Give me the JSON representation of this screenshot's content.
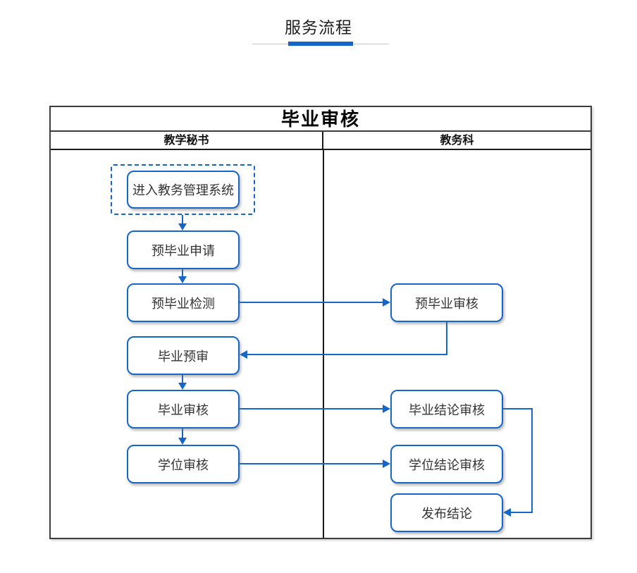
{
  "page": {
    "title": "服务流程"
  },
  "diagram": {
    "title": "毕业审核",
    "columns": [
      "教学秘书",
      "教务科"
    ],
    "nodes": {
      "enter_system": "进入教务管理系统",
      "pre_grad_apply": "预毕业申请",
      "pre_grad_check": "预毕业检测",
      "grad_pre_review": "毕业预审",
      "grad_review": "毕业审核",
      "degree_review": "学位审核",
      "pre_grad_audit": "预毕业审核",
      "grad_conclusion_audit": "毕业结论审核",
      "degree_conclusion_audit": "学位结论审核",
      "publish_conclusion": "发布结论"
    },
    "colors": {
      "accent": "#1566c8",
      "table_border": "#3d3d3d"
    }
  }
}
